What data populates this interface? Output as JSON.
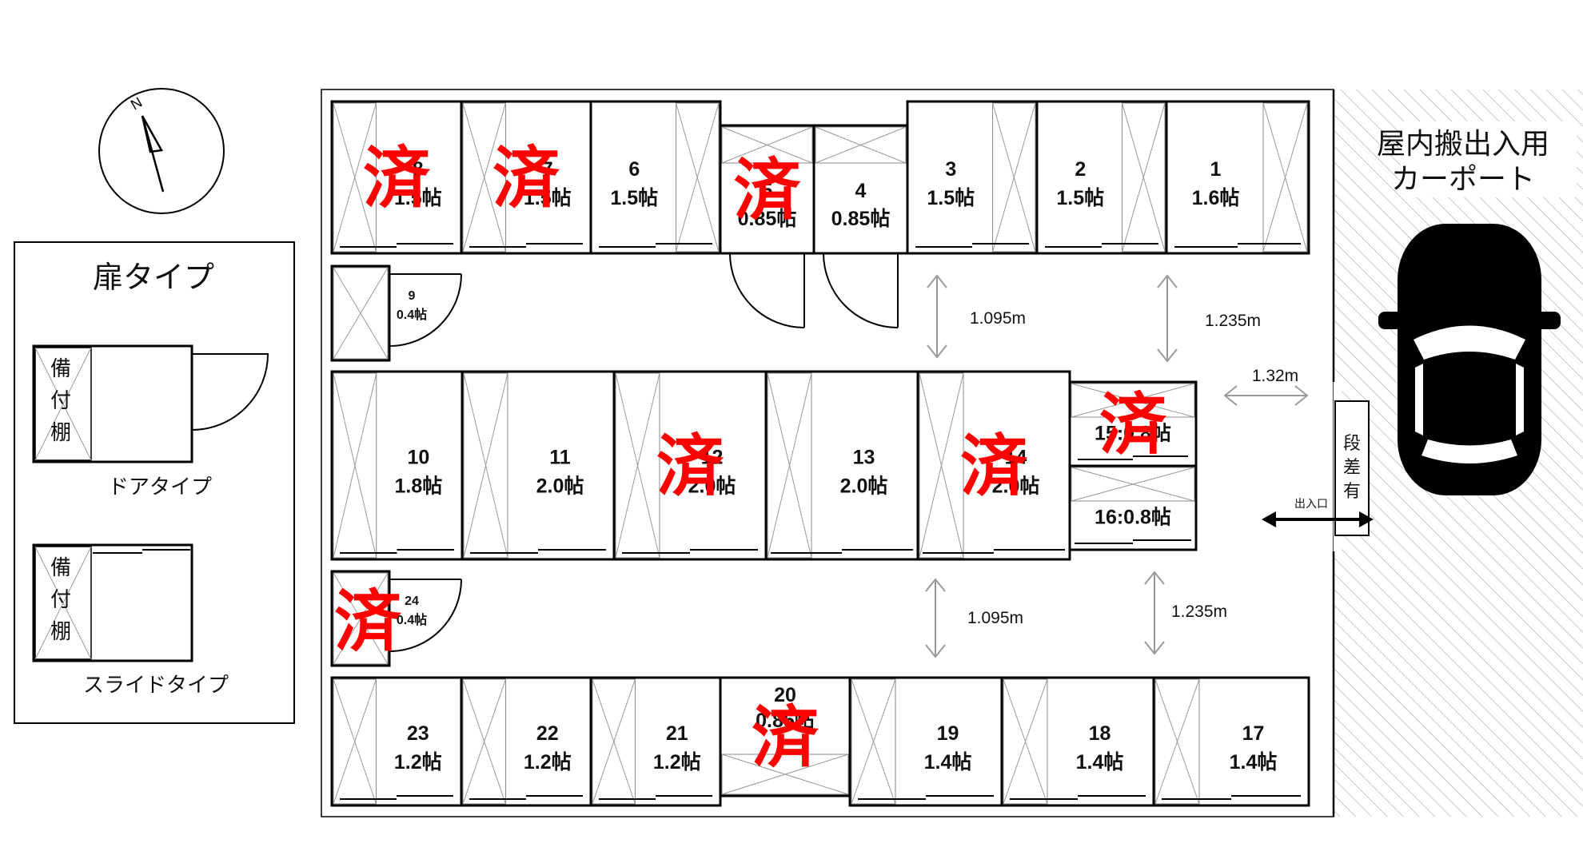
{
  "legend": {
    "title": "扉タイプ",
    "door_type": "ドアタイプ",
    "slide_type": "スライドタイプ",
    "shelf_chars": [
      "備",
      "付",
      "棚"
    ]
  },
  "compass": {
    "north": "N"
  },
  "carport": {
    "line1": "屋内搬出入用",
    "line2": "カーポート"
  },
  "step": {
    "chars": [
      "段",
      "差",
      "有"
    ]
  },
  "entrance": "出入口",
  "sold_mark": "済",
  "dimensions": {
    "top_left": "1.095m",
    "top_right": "1.235m",
    "mid_right": "1.32m",
    "bottom_left": "1.095m",
    "bottom_right": "1.235m"
  },
  "units": [
    {
      "id": "u8",
      "num": "8",
      "size": "1.5帖",
      "sold": true
    },
    {
      "id": "u7",
      "num": "7",
      "size": "1.5帖",
      "sold": true
    },
    {
      "id": "u6",
      "num": "6",
      "size": "1.5帖",
      "sold": false
    },
    {
      "id": "u5",
      "num": "5",
      "size": "0.85帖",
      "sold": true
    },
    {
      "id": "u4",
      "num": "4",
      "size": "0.85帖",
      "sold": false
    },
    {
      "id": "u3",
      "num": "3",
      "size": "1.5帖",
      "sold": false
    },
    {
      "id": "u2",
      "num": "2",
      "size": "1.5帖",
      "sold": false
    },
    {
      "id": "u1",
      "num": "1",
      "size": "1.6帖",
      "sold": false
    },
    {
      "id": "u9",
      "num": "9",
      "size": "0.4帖",
      "sold": false
    },
    {
      "id": "u10",
      "num": "10",
      "size": "1.8帖",
      "sold": false
    },
    {
      "id": "u11",
      "num": "11",
      "size": "2.0帖",
      "sold": false
    },
    {
      "id": "u12",
      "num": "12",
      "size": "2.0帖",
      "sold": true
    },
    {
      "id": "u13",
      "num": "13",
      "size": "2.0帖",
      "sold": false
    },
    {
      "id": "u14",
      "num": "14",
      "size": "2.0帖",
      "sold": true
    },
    {
      "id": "u15",
      "num": "15",
      "size": "0.8帖",
      "sold": true
    },
    {
      "id": "u16",
      "num": "16",
      "size": "0.8帖",
      "sold": false
    },
    {
      "id": "u24",
      "num": "24",
      "size": "0.4帖",
      "sold": true
    },
    {
      "id": "u23",
      "num": "23",
      "size": "1.2帖",
      "sold": false
    },
    {
      "id": "u22",
      "num": "22",
      "size": "1.2帖",
      "sold": false
    },
    {
      "id": "u21",
      "num": "21",
      "size": "1.2帖",
      "sold": false
    },
    {
      "id": "u20",
      "num": "20",
      "size": "0.85帖",
      "sold": true
    },
    {
      "id": "u19",
      "num": "19",
      "size": "1.4帖",
      "sold": false
    },
    {
      "id": "u18",
      "num": "18",
      "size": "1.4帖",
      "sold": false
    },
    {
      "id": "u17",
      "num": "17",
      "size": "1.4帖",
      "sold": false
    }
  ]
}
